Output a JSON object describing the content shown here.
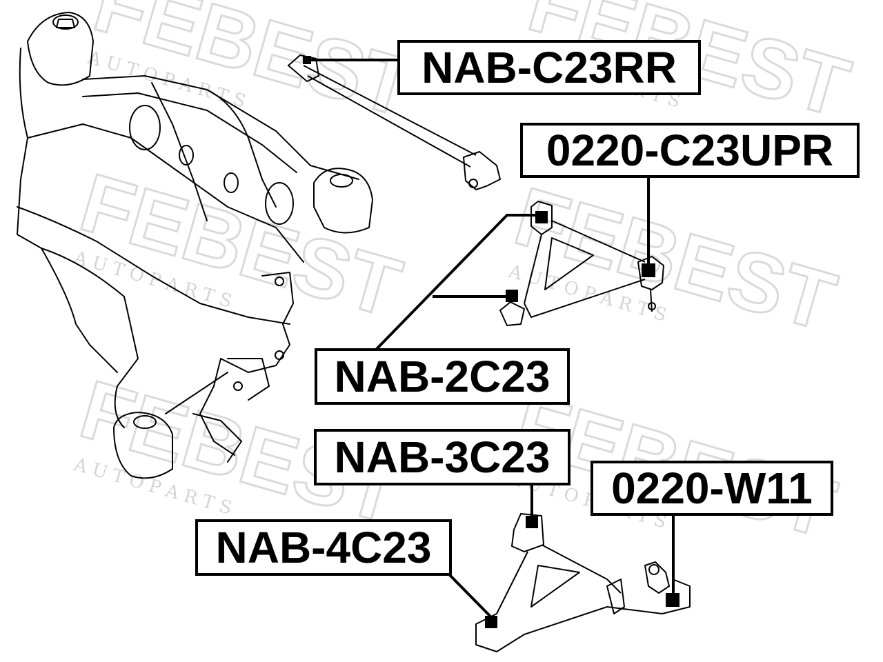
{
  "labels": {
    "nab_c23rr": "NAB-C23RR",
    "c23upr": "0220-C23UPR",
    "nab_2c23": "NAB-2C23",
    "nab_3c23": "NAB-3C23",
    "w11": "0220-W11",
    "nab_4c23": "NAB-4C23"
  },
  "watermark": {
    "brand": "FEBEST",
    "tagline": "A U T O   P A R T S"
  },
  "colors": {
    "line": "#000000",
    "watermark": "#d9d9d9",
    "background": "#ffffff"
  }
}
